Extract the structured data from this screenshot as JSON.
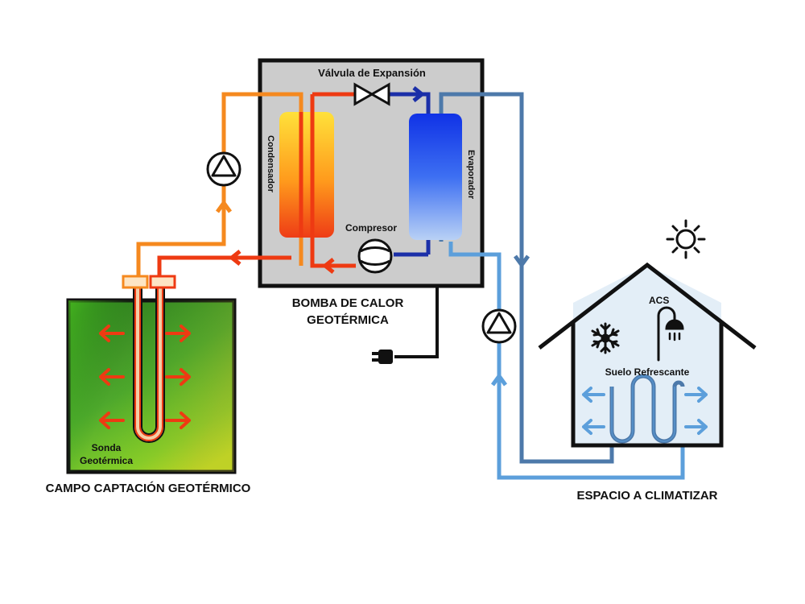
{
  "labels": {
    "valve": "Válvula de Expansión",
    "condenser": "Condensador",
    "evaporator": "Evaporador",
    "compressor": "Compresor",
    "heat_pump_line1": "BOMBA DE CALOR",
    "heat_pump_line2": "GEOTÉRMICA",
    "probe_line1": "Sonda",
    "probe_line2": "Geotérmica",
    "field": "CAMPO CAPTACIÓN GEOTÉRMICO",
    "space": "ESPACIO A CLIMATIZAR",
    "dhw": "ACS",
    "floor": "Suelo Refrescante"
  },
  "icons": {
    "sun": "sun-icon",
    "snowflake": "snowflake-icon",
    "shower": "shower-icon",
    "plug": "plug-icon",
    "pump": "pump-icon",
    "valve": "valve-icon",
    "compressor": "compressor-icon"
  },
  "colors": {
    "hot_red": "#ee3a12",
    "warm_orange": "#f5891f",
    "cold_blue": "#1b2fa8",
    "return_blue": "#4d79aa",
    "supply_blue": "#5c9fdb",
    "box_grey": "#cccccc",
    "house_fill": "#e3eef7",
    "ground_green": "#3c9a2a"
  }
}
